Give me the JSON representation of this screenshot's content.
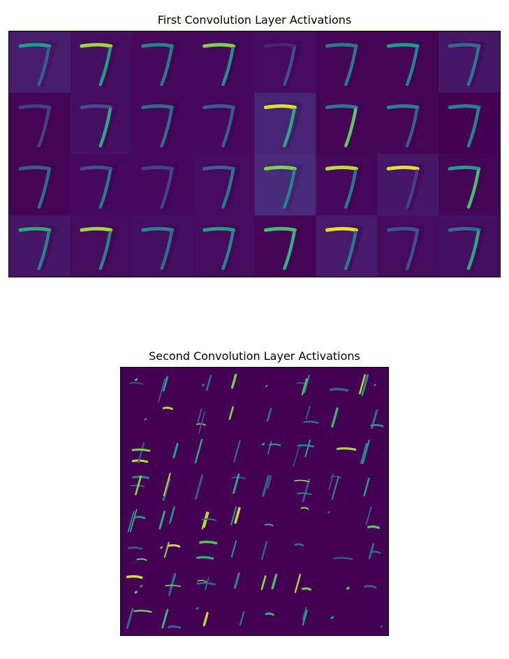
{
  "figure": {
    "panels": [
      {
        "id": "conv1",
        "title": "First Convolution Layer Activations"
      },
      {
        "id": "conv2",
        "title": "Second Convolution Layer Activations"
      }
    ]
  },
  "chart_data": [
    {
      "type": "heatmap",
      "title": "First Convolution Layer Activations",
      "subject": "digit 7",
      "colormap": "viridis",
      "grid": {
        "rows": 4,
        "cols": 8
      },
      "axes_visible": false,
      "tiles": [
        {
          "background": 0.08,
          "top_bar": 0.55,
          "stroke": 0.3
        },
        {
          "background": 0.04,
          "top_bar": 0.85,
          "stroke": 0.55
        },
        {
          "background": 0.02,
          "top_bar": 0.45,
          "stroke": 0.4
        },
        {
          "background": 0.02,
          "top_bar": 0.8,
          "stroke": 0.5
        },
        {
          "background": 0.03,
          "top_bar": 0.1,
          "stroke": 0.25
        },
        {
          "background": 0.01,
          "top_bar": 0.4,
          "stroke": 0.4
        },
        {
          "background": 0.01,
          "top_bar": 0.55,
          "stroke": 0.45
        },
        {
          "background": 0.06,
          "top_bar": 0.35,
          "stroke": 0.4
        },
        {
          "background": 0.01,
          "top_bar": 0.2,
          "stroke": 0.2
        },
        {
          "background": 0.04,
          "top_bar": 0.25,
          "stroke": 0.6
        },
        {
          "background": 0.02,
          "top_bar": 0.35,
          "stroke": 0.35
        },
        {
          "background": 0.02,
          "top_bar": 0.3,
          "stroke": 0.3
        },
        {
          "background": 0.1,
          "top_bar": 0.95,
          "stroke": 0.6
        },
        {
          "background": 0.01,
          "top_bar": 0.4,
          "stroke": 0.75
        },
        {
          "background": 0.01,
          "top_bar": 0.45,
          "stroke": 0.3
        },
        {
          "background": 0.0,
          "top_bar": 0.45,
          "stroke": 0.45
        },
        {
          "background": 0.01,
          "top_bar": 0.3,
          "stroke": 0.35
        },
        {
          "background": 0.02,
          "top_bar": 0.25,
          "stroke": 0.4
        },
        {
          "background": 0.02,
          "top_bar": 0.2,
          "stroke": 0.2
        },
        {
          "background": 0.03,
          "top_bar": 0.3,
          "stroke": 0.4
        },
        {
          "background": 0.12,
          "top_bar": 0.8,
          "stroke": 0.45
        },
        {
          "background": 0.02,
          "top_bar": 0.9,
          "stroke": 0.4
        },
        {
          "background": 0.06,
          "top_bar": 0.95,
          "stroke": 0.2
        },
        {
          "background": 0.01,
          "top_bar": 0.55,
          "stroke": 0.7
        },
        {
          "background": 0.06,
          "top_bar": 0.6,
          "stroke": 0.45
        },
        {
          "background": 0.03,
          "top_bar": 0.85,
          "stroke": 0.45
        },
        {
          "background": 0.04,
          "top_bar": 0.45,
          "stroke": 0.35
        },
        {
          "background": 0.03,
          "top_bar": 0.55,
          "stroke": 0.45
        },
        {
          "background": 0.01,
          "top_bar": 0.7,
          "stroke": 0.65
        },
        {
          "background": 0.07,
          "top_bar": 0.95,
          "stroke": 0.4
        },
        {
          "background": 0.03,
          "top_bar": 0.25,
          "stroke": 0.25
        },
        {
          "background": 0.04,
          "top_bar": 0.35,
          "stroke": 0.6
        }
      ]
    },
    {
      "type": "heatmap",
      "title": "Second Convolution Layer Activations",
      "colormap": "viridis",
      "grid": {
        "rows": 8,
        "cols": 8
      },
      "axes_visible": false,
      "background_value": 0.0
    }
  ]
}
